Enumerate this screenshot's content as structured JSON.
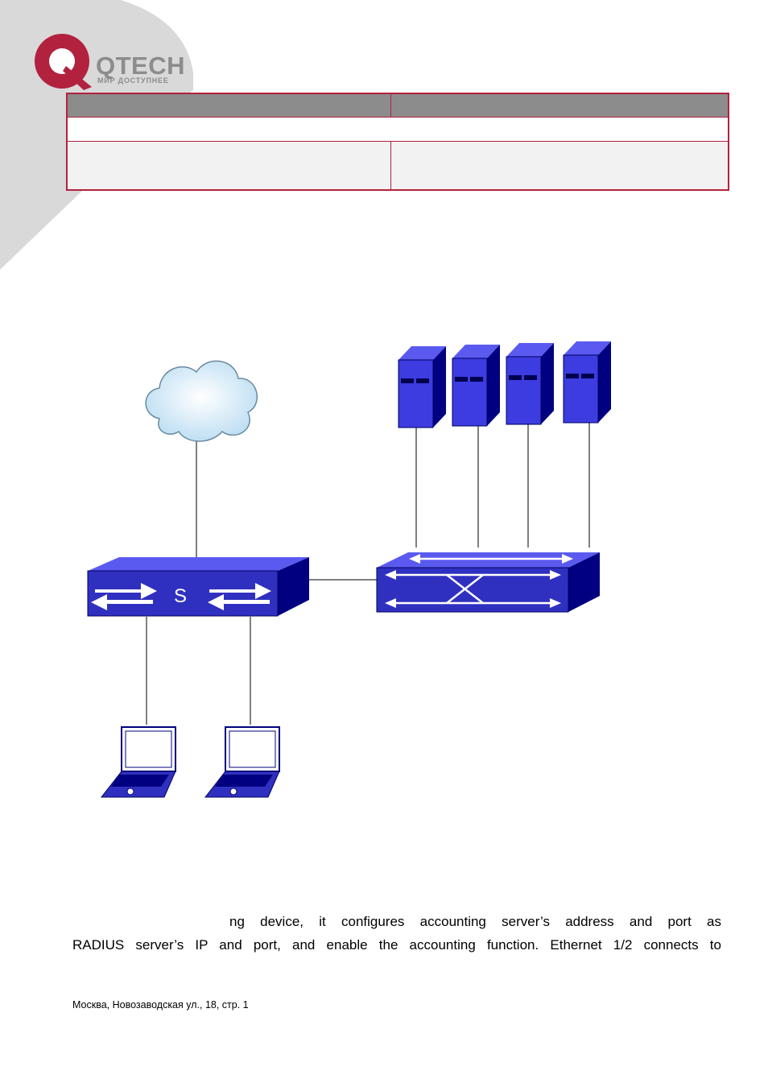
{
  "header": {
    "brand": "QTECH",
    "tagline": "МИР ДОСТУПНЕЕ",
    "colors": {
      "brand_red": "#b2223e",
      "gray": "#8c8c8c",
      "corner": "#d9d9d9"
    }
  },
  "command_table": {
    "rows": [
      {
        "type": "header",
        "cells": [
          "",
          ""
        ]
      },
      {
        "type": "band",
        "cells": [
          ""
        ]
      },
      {
        "type": "body",
        "cells": [
          "",
          ""
        ]
      }
    ]
  },
  "diagram": {
    "icons": [
      "cloud-icon",
      "server-icon",
      "switch-icon",
      "core-switch-icon",
      "laptop-icon"
    ],
    "switch_label": "S",
    "colors": {
      "device_blue": "#3030c0",
      "device_dark": "#000080",
      "cloud": "#cfe6f5"
    }
  },
  "body_text": {
    "line1": "ng device, it configures accounting server’s address and port as",
    "line2": "RADIUS server’s IP and port, and enable the accounting function. Ethernet 1/2 connects to"
  },
  "footer": {
    "address": "Москва, Новозаводская ул., 18, стр. 1"
  }
}
